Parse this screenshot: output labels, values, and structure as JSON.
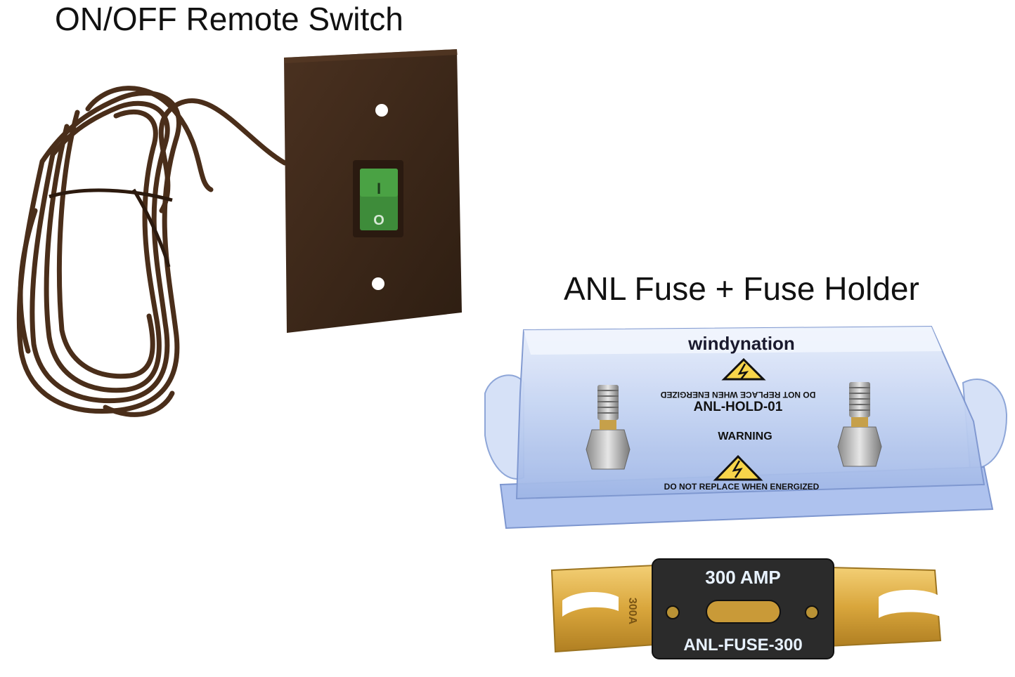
{
  "captions": {
    "switch": "ON/OFF Remote Switch",
    "fuse": "ANL Fuse + Fuse Holder"
  },
  "switch_panel": {
    "rocker_on_symbol": "I",
    "rocker_off_symbol": "O"
  },
  "fuse_holder": {
    "brand": "windynation",
    "model": "ANL-HOLD-01",
    "warning": "WARNING",
    "caution_top": "DO NOT REPLACE WHEN ENERGIZED",
    "caution_bottom": "DO NOT REPLACE WHEN ENERGIZED"
  },
  "fuse": {
    "rating": "300 AMP",
    "side_mark": "300A",
    "model": "ANL-FUSE-300"
  },
  "colors": {
    "cable": "#4a2e1a",
    "panel": "#3d2818",
    "rocker": "#3e8c3a",
    "holder": "#c6d6f4",
    "fuse_blade": "#d9a63c",
    "fuse_body": "#2b2b2b"
  }
}
